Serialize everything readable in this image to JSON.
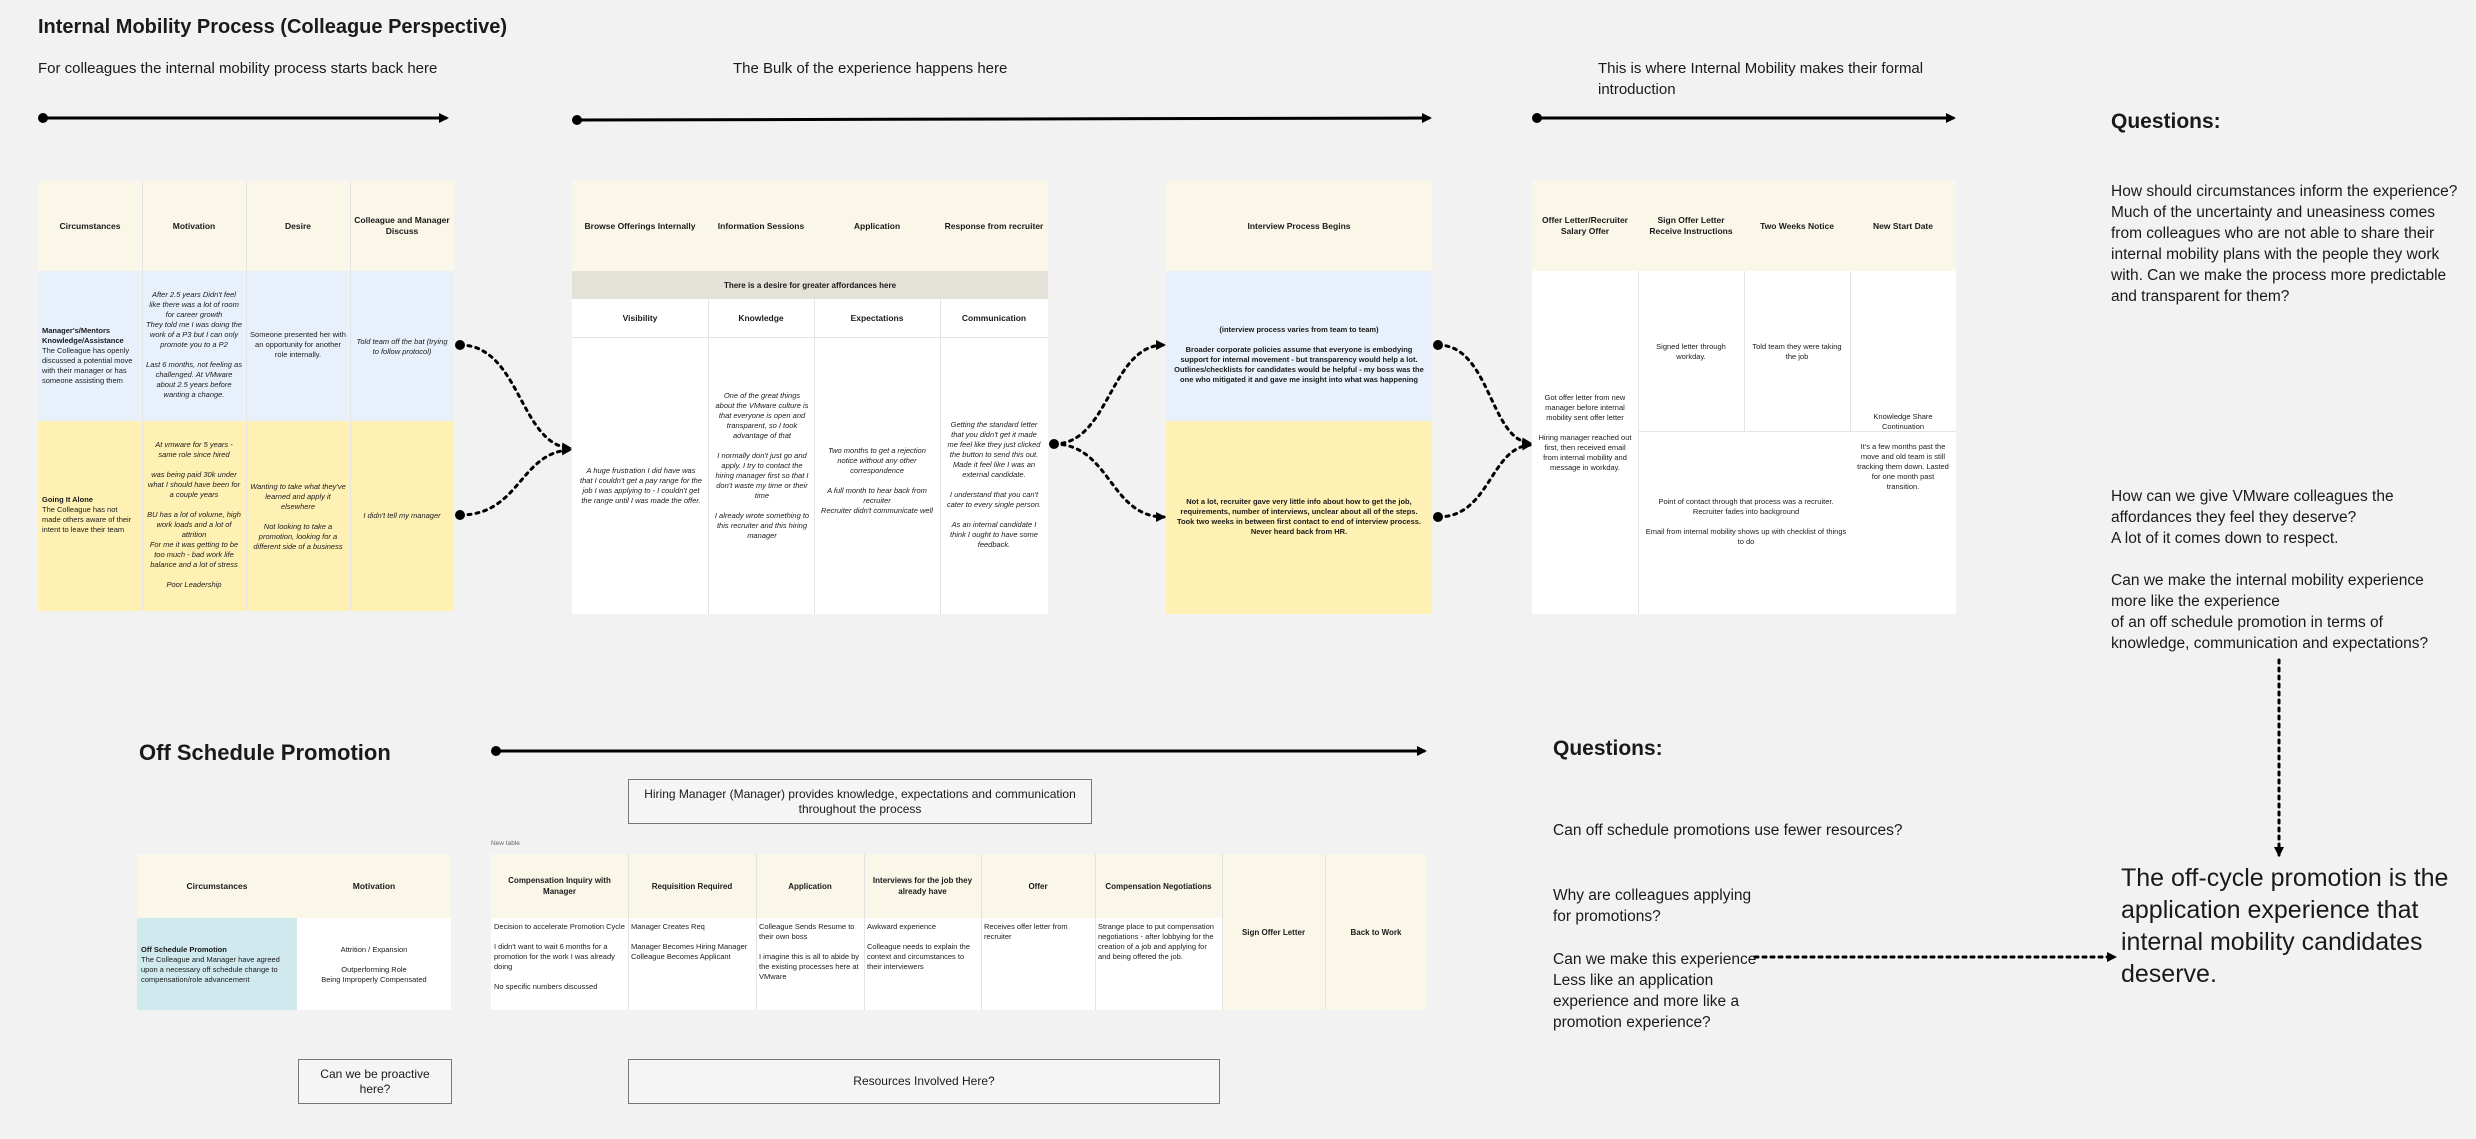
{
  "title": "Internal Mobility Process (Colleague Perspective)",
  "stages": {
    "s1": "For colleagues the internal mobility process starts back here",
    "s2": "The Bulk of the experience happens here",
    "s3": "This is where Internal Mobility makes their formal introduction"
  },
  "board1": {
    "headers": [
      "Circumstances",
      "Motivation",
      "Desire",
      "Colleague and Manager Discuss"
    ],
    "row1": {
      "circ_title": "Manager's/Mentors Knowledge/Assistance",
      "circ_text": "The Colleague has openly discussed a potential move with their manager or has someone assisting them",
      "motivation": "After 2.5 years Didn't feel like there was a lot of room for career growth\nThey told me I was doing the work of a P3 but I can only promote you to a P2\n\nLast 6 months, not feeling as challenged. At VMware about 2.5 years before wanting a change.",
      "desire": "Someone presented her with an opportunity for another role internally.",
      "discuss": "Told team off the bat (trying to follow protocol)"
    },
    "row2": {
      "circ_title": "Going It Alone",
      "circ_text": "The Colleague has not made others aware of their intent to leave their team",
      "motivation": "At vmware for 5 years - same role since hired\n\nwas being paid 30k under what I should have been for a couple years\n\nBU has a lot of volume, high work loads and a lot of attrition\nFor me it was getting to be too much - bad work life balance and a lot of stress\n\nPoor Leadership",
      "desire": "Wanting to take what they've learned and apply it elsewhere\n\nNot looking to take a promotion, looking for a different side of a business",
      "discuss": "I didn't tell my manager"
    }
  },
  "board2": {
    "headers": [
      "Browse Offerings Internally",
      "Information Sessions",
      "Application",
      "Response from recruiter"
    ],
    "banner": "There is a desire for greater affordances here",
    "subheaders": [
      "Visibility",
      "Knowledge",
      "Expectations",
      "Communication"
    ],
    "visibility": "A huge frustration I did have was that I couldn't get a pay range for the job I was applying to - I couldn't get the range until I was made the offer.",
    "knowledge": "One of the great things about the VMware culture is that everyone is open and transparent, so I took advantage of that\n\nI normally don't just go and apply. I try to contact the hiring manager first so that I don't waste my time or their time\n\nI already wrote something to this recruiter and this hiring manager",
    "expectations": "Two months to get a rejection notice without any other correspondence\n\nA full month to hear back from recruiter\nRecruiter didn't communicate well",
    "communication": "Getting the standard letter that you didn't get it made me feel like they just clicked the button to send this out. Made it feel like I was an external candidate.\n\nI understand that you can't cater to every single person.\n\nAs an internal candidate I think I ought to have some feedback."
  },
  "board3": {
    "header": "Interview Process Begins",
    "blue_title": "(interview process varies from team to team)",
    "blue_text": "Broader corporate policies assume that everyone is embodying support for internal movement - but transparency would help a lot. Outlines/checklists for candidates would be helpful - my boss was the one who mitigated it and gave me insight into what was happening",
    "yellow_text": "Not a lot, recruiter gave very little info about how to get the job, requirements, number of interviews, unclear about all of the steps. Took two weeks in between first contact to end of interview process. Never heard back from HR."
  },
  "board4": {
    "headers": [
      "Offer Letter/Recruiter Salary Offer",
      "Sign Offer Letter Receive Instructions",
      "Two Weeks Notice",
      "New Start Date"
    ],
    "sign_upper": "Signed letter through workday.",
    "notice_upper": "Told team they were taking the job",
    "offer_lower": "Got offer letter from new manager before internal mobility sent offer letter\n\nHiring manager reached out first, then received email from internal mobility and message in workday.",
    "start_lower": "Knowledge Share Continuation\n\nIt's a few months past the move and old team is still tracking them down. Lasted for one month past transition.",
    "sign_lower": "Point of contact through that process was a recruiter. Recruiter fades into background\n\nEmail from internal mobility shows up with checklist of things to do"
  },
  "questions1": {
    "heading": "Questions:",
    "q1": "How should circumstances inform the experience? Much of the uncertainty and uneasiness comes from colleagues who are not able to share their internal mobility plans with the people they work with. Can we make the process more predictable and transparent for them?",
    "q2": "How can we give VMware colleagues the affordances they feel they deserve?\nA lot of it comes down to respect.\n\nCan we make the internal mobility experience more like the experience\nof an off schedule promotion in terms of knowledge, communication and expectations?"
  },
  "offschedule": {
    "title": "Off Schedule Promotion",
    "hiring_box": "Hiring Manager (Manager) provides knowledge, expectations and communication throughout the process",
    "headers": [
      "Circumstances",
      "Motivation"
    ],
    "circ_title": "Off Schedule Promotion",
    "circ_text": "The Colleague and Manager have agreed upon a necessary off schedule change to compensation/role advancement",
    "motivation": "Attrition / Expansion\n\nOutperforming Role\nBeing Improperly Compensated",
    "proactive_box": "Can we be proactive here?",
    "table_label": "New table",
    "table_headers": [
      "Compensation Inquiry with Manager",
      "Requisition Required",
      "Application",
      "Interviews for the job they already have",
      "Offer",
      "Compensation Negotiations",
      "Sign Offer Letter",
      "Back to Work"
    ],
    "cells": [
      "Decision to accelerate Promotion Cycle\n\nI didn't want to wait 6 months for a promotion for the work I was already doing\n\nNo specific numbers discussed",
      "Manager Creates Req\n\nManager Becomes Hiring Manager\nColleague Becomes Applicant",
      "Colleague Sends Resume to their own boss\n\nI imagine this is all to abide by the existing processes here at VMware",
      "Awkward experience\n\nColleague needs to explain the context and circumstances to their interviewers",
      "Receives offer letter from recruiter",
      "Strange place to put compensation negotiations - after lobbying for the creation of a job and applying for and being offered the job.",
      "",
      ""
    ],
    "resources_box": "Resources Involved Here?"
  },
  "questions2": {
    "heading": "Questions:",
    "q1": "Can off schedule promotions use fewer resources?",
    "q2": "Why are colleagues applying\nfor promotions?",
    "q3": "Can we make this experience\nLess like an application\nexperience and more like a\npromotion experience?"
  },
  "conclusion": "The off-cycle promotion is the application experience that internal mobility candidates deserve.",
  "colors": {
    "blue_band": "#e8f1fb",
    "yellow_band": "#fff0b3",
    "header": "#faf7e9",
    "teal": "#cfe9ee"
  }
}
